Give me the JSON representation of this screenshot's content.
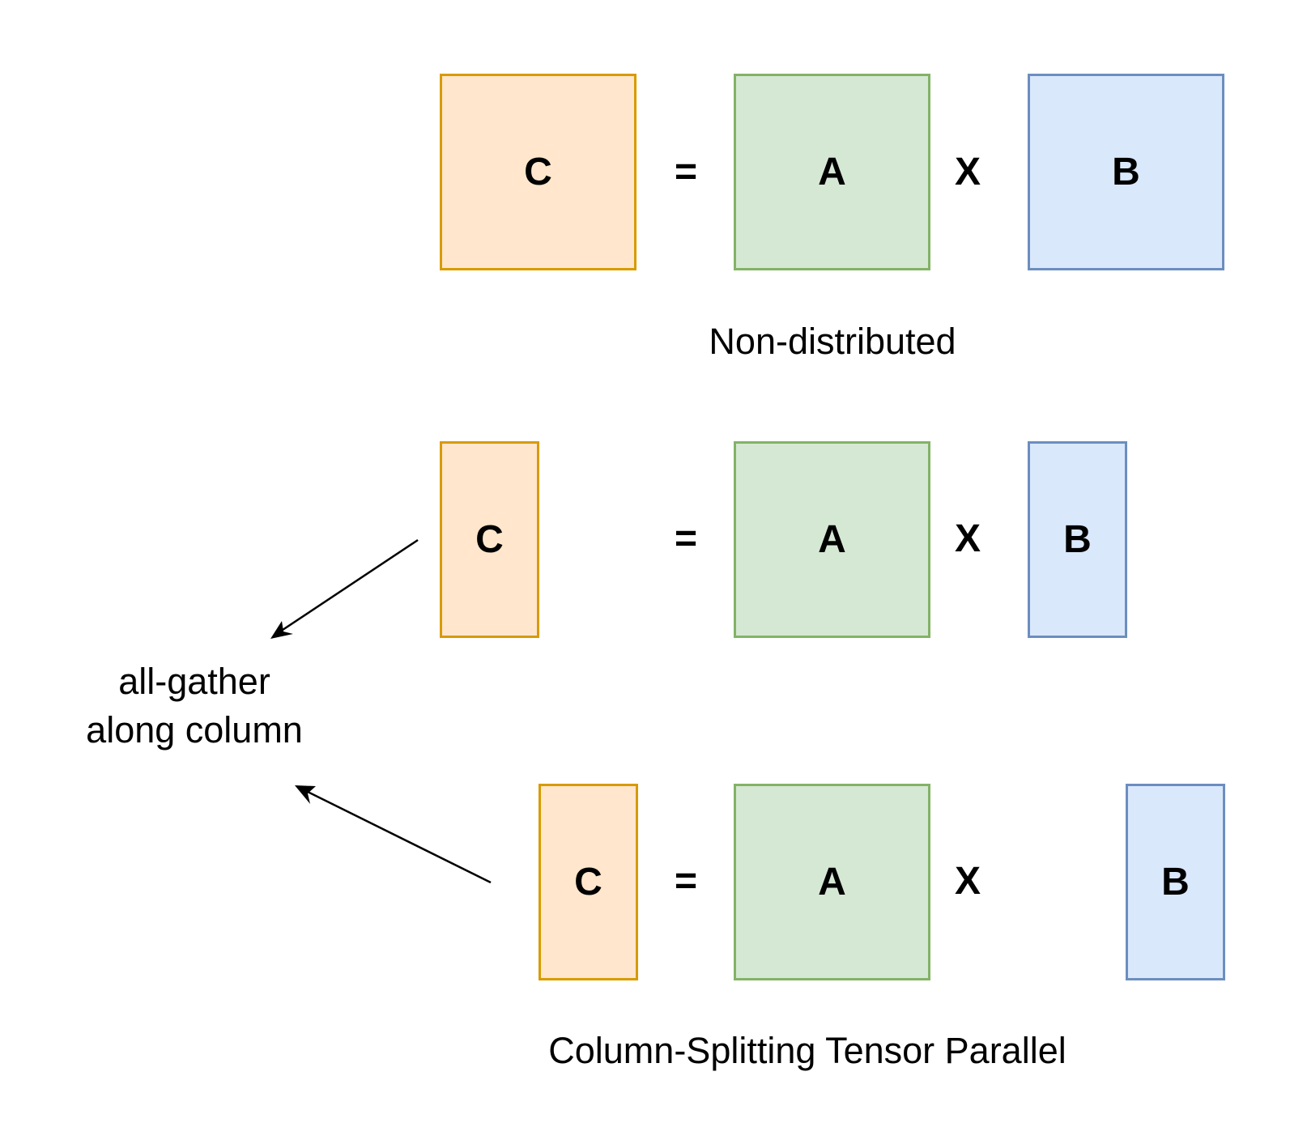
{
  "rows": [
    {
      "c_label": "C",
      "eq_label": "=",
      "a_label": "A",
      "times_label": "X",
      "b_label": "B",
      "caption": "Non-distributed"
    },
    {
      "c_label": "C",
      "eq_label": "=",
      "a_label": "A",
      "times_label": "X",
      "b_label": "B"
    },
    {
      "c_label": "C",
      "eq_label": "=",
      "a_label": "A",
      "times_label": "X",
      "b_label": "B",
      "caption": "Column-Splitting Tensor Parallel"
    }
  ],
  "side_label": {
    "line1": "all-gather",
    "line2": "along column"
  },
  "colors": {
    "c_fill": "#ffe6cc",
    "c_stroke": "#d79b00",
    "a_fill": "#d5e8d4",
    "a_stroke": "#82b366",
    "b_fill": "#dae8fc",
    "b_stroke": "#6c8ebf",
    "arrow": "#000000"
  }
}
